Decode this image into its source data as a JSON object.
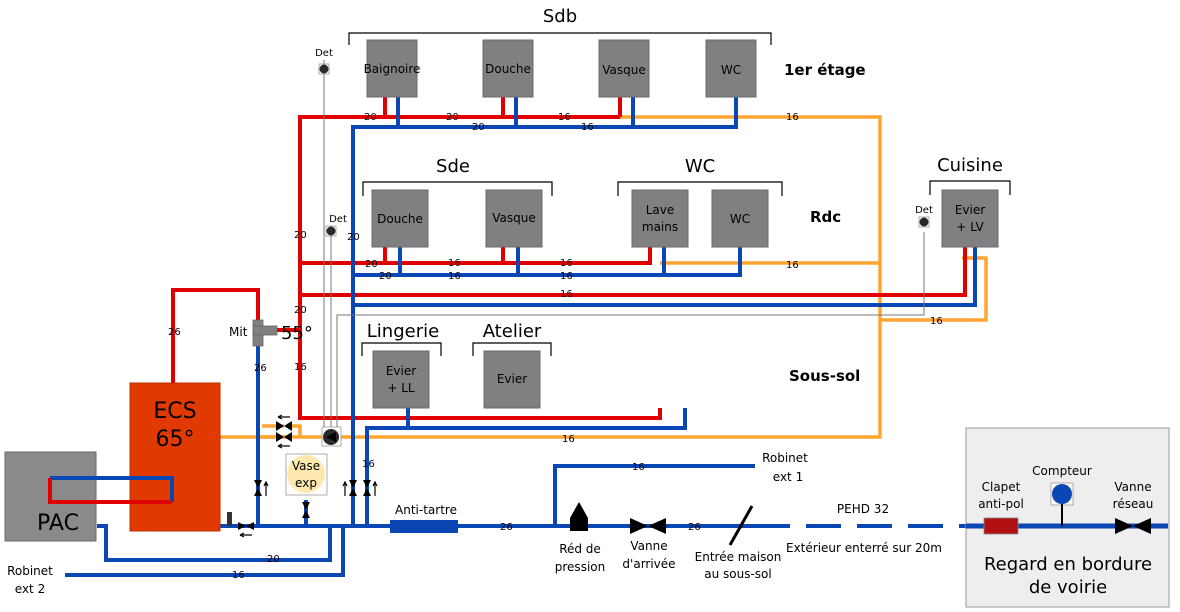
{
  "colors": {
    "hot_water": "#e00000",
    "cold_water": "#0a46b4",
    "recirculation": "#ffa530",
    "fixture": "#808080",
    "ecs_tank": "#e03a00",
    "pac": "#8a8a8a",
    "expansion_vessel": "#fde8b0",
    "anti_pol": "#b01010",
    "regard_bg": "#eeeeee"
  },
  "floors": {
    "first": "1er étage",
    "ground": "Rdc",
    "basement": "Sous-sol"
  },
  "rooms": {
    "sdb": {
      "title": "Sdb",
      "fixtures": [
        "Baignoire",
        "Douche",
        "Vasque",
        "WC"
      ]
    },
    "sde": {
      "title": "Sde",
      "fixtures": [
        "Douche",
        "Vasque"
      ]
    },
    "wc": {
      "title": "WC",
      "fixtures": [
        "Lave",
        "mains",
        "WC"
      ]
    },
    "cuisine": {
      "title": "Cuisine",
      "fixture_line1": "Evier",
      "fixture_line2": "+ LV"
    },
    "lingerie": {
      "title": "Lingerie",
      "fixture_line1": "Evier",
      "fixture_line2": "+ LL"
    },
    "atelier": {
      "title": "Atelier",
      "fixture": "Evier"
    }
  },
  "detectors": {
    "label": "Det"
  },
  "equipment": {
    "ecs_line1": "ECS",
    "ecs_line2": "65°",
    "pac": "PAC",
    "mixer_label": "Mit",
    "mixer_temp": "55°",
    "vase_line1": "Vase",
    "vase_line2": "exp",
    "anti_tartre": "Anti-tartre",
    "red_pression_line1": "Réd de",
    "red_pression_line2": "pression",
    "vanne_arrivee_line1": "Vanne",
    "vanne_arrivee_line2": "d'arrivée",
    "entree_line1": "Entrée maison",
    "entree_line2": "au sous-sol",
    "pehd": "PEHD 32",
    "exterieur": "Extérieur enterré sur 20m",
    "robinet_ext1_line1": "Robinet",
    "robinet_ext1_line2": "ext 1",
    "robinet_ext2_line1": "Robinet",
    "robinet_ext2_line2": "ext 2"
  },
  "regard": {
    "clapet_line1": "Clapet",
    "clapet_line2": "anti-pol",
    "compteur": "Compteur",
    "vanne_line1": "Vanne",
    "vanne_line2": "réseau",
    "title_line1": "Regard en bordure",
    "title_line2": "de voirie"
  },
  "pipe_diameters": {
    "d20": "20",
    "d16": "16",
    "d26": "26"
  }
}
